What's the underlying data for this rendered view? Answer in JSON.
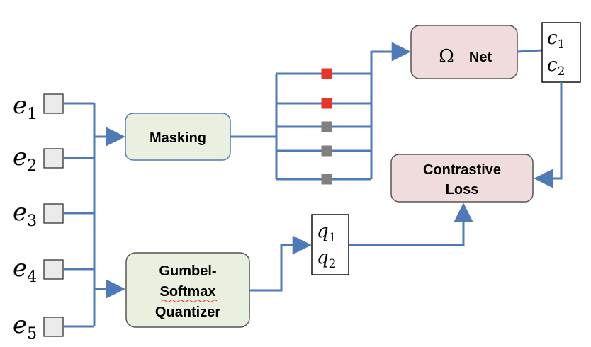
{
  "inputs": [
    {
      "base": "e",
      "sub": "1"
    },
    {
      "base": "e",
      "sub": "2"
    },
    {
      "base": "e",
      "sub": "3"
    },
    {
      "base": "e",
      "sub": "4"
    },
    {
      "base": "e",
      "sub": "5"
    }
  ],
  "masking": {
    "label": "Masking"
  },
  "quantizer": {
    "line1": "Gumbel-",
    "line2": "Softmax",
    "line3": "Quantizer"
  },
  "omega_net": {
    "symbol": "Ω",
    "label": "Net"
  },
  "contrastive_loss": {
    "line1": "Contrastive",
    "line2": "Loss"
  },
  "c_outputs": [
    {
      "base": "c",
      "sub": "1"
    },
    {
      "base": "c",
      "sub": "2"
    }
  ],
  "q_outputs": [
    {
      "base": "q",
      "sub": "1"
    },
    {
      "base": "q",
      "sub": "2"
    }
  ],
  "mask_states": [
    "masked",
    "masked",
    "kept",
    "kept",
    "kept"
  ],
  "colors": {
    "line": "#4f7ab8",
    "masked": "#e8352c",
    "kept": "#808080",
    "green_fill": "#eaf0df",
    "pink_fill": "#f0dcdc",
    "input_box": "#ebebeb"
  }
}
